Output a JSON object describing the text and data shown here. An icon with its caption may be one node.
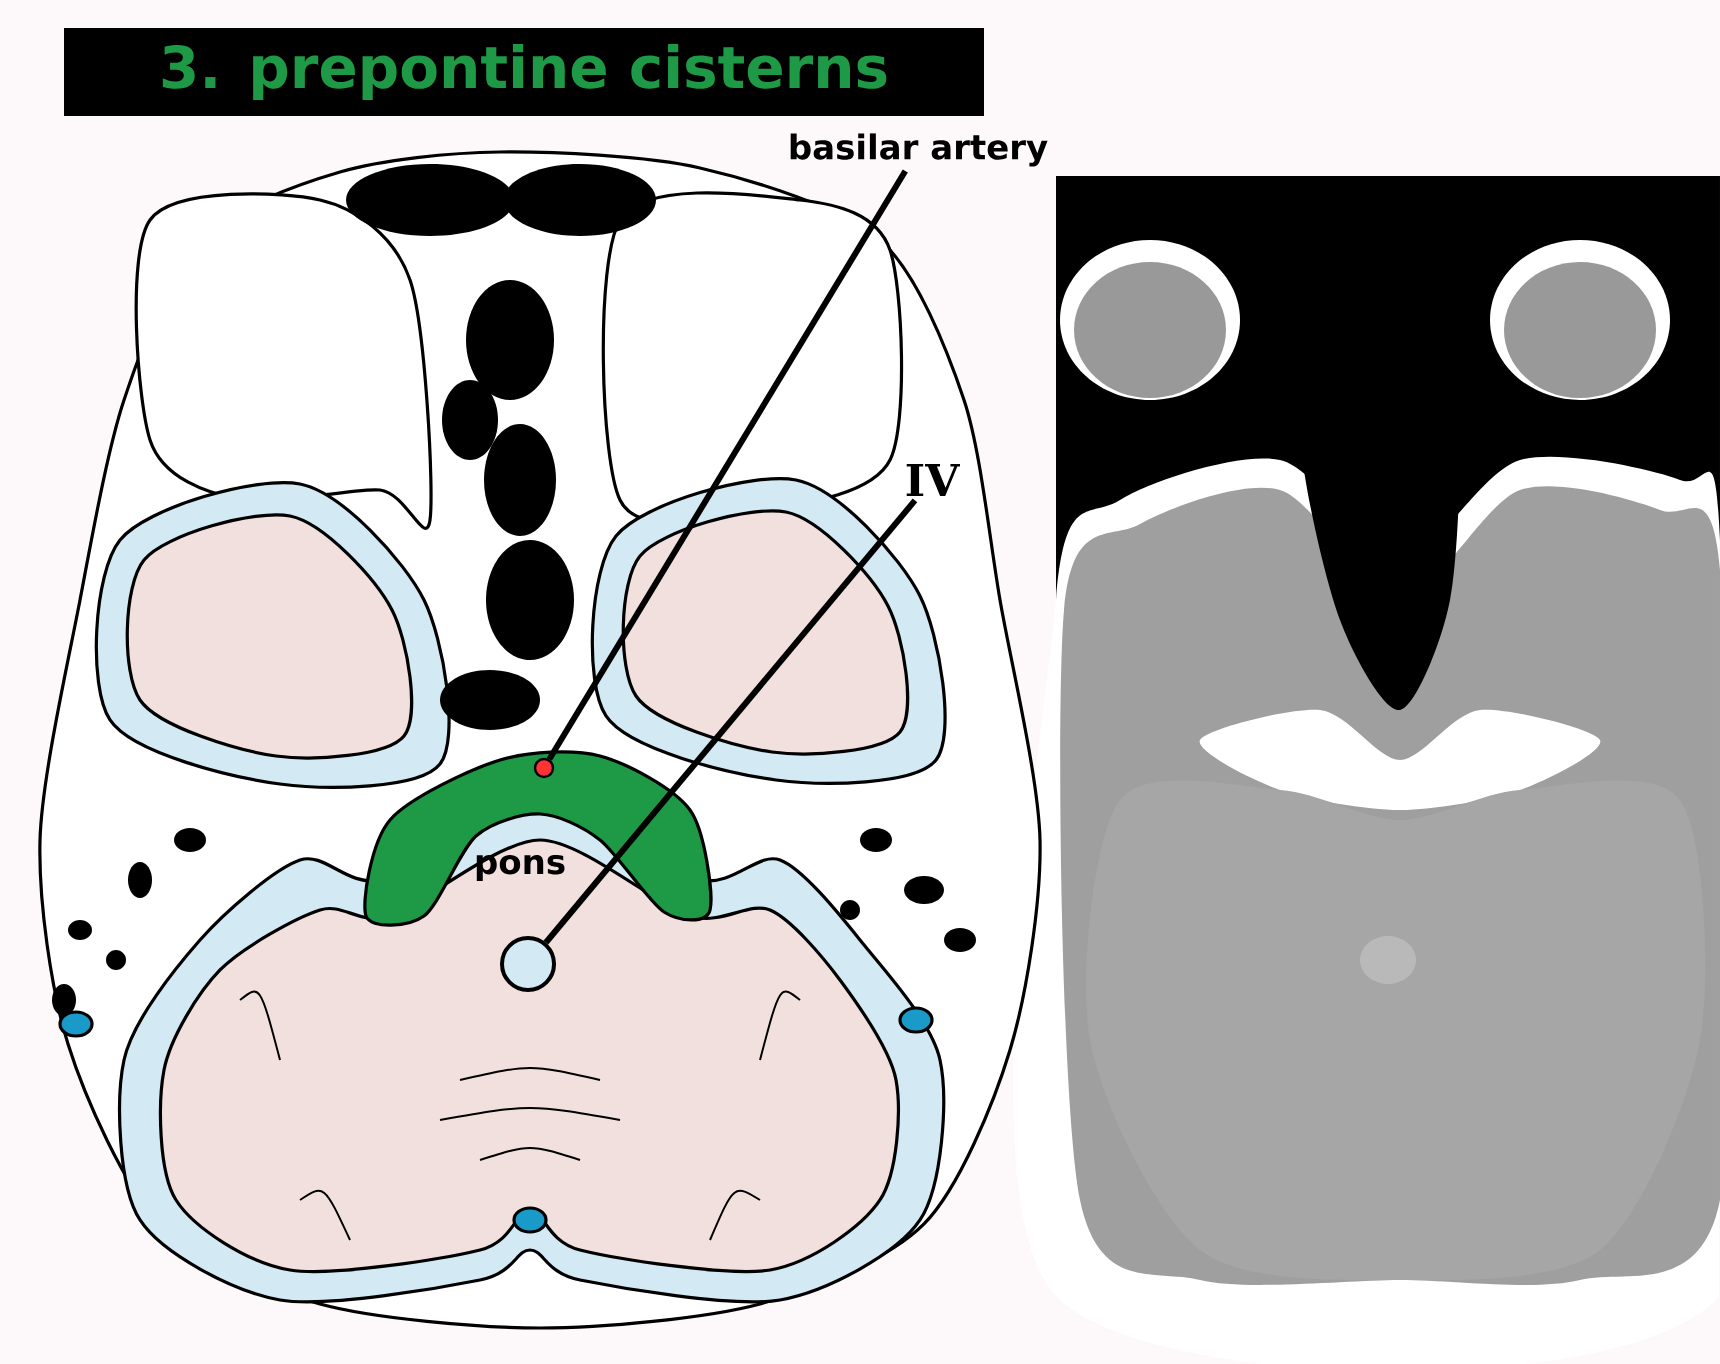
{
  "diagram": {
    "title": "3. prepontine cisterns",
    "nodes": [
      {
        "text": [
          "basilar artery"
        ]
      },
      {
        "text": [
          "IV"
        ]
      },
      {
        "text": [],
        "shape": "circle"
      },
      {
        "text": [],
        "shape": "circle"
      }
    ],
    "edges": [
      {
        "from": 0,
        "to": 2,
        "arrow": "none"
      },
      {
        "from": 1,
        "to": 3,
        "arrow": "none"
      }
    ],
    "labels": [
      "pons"
    ]
  }
}
